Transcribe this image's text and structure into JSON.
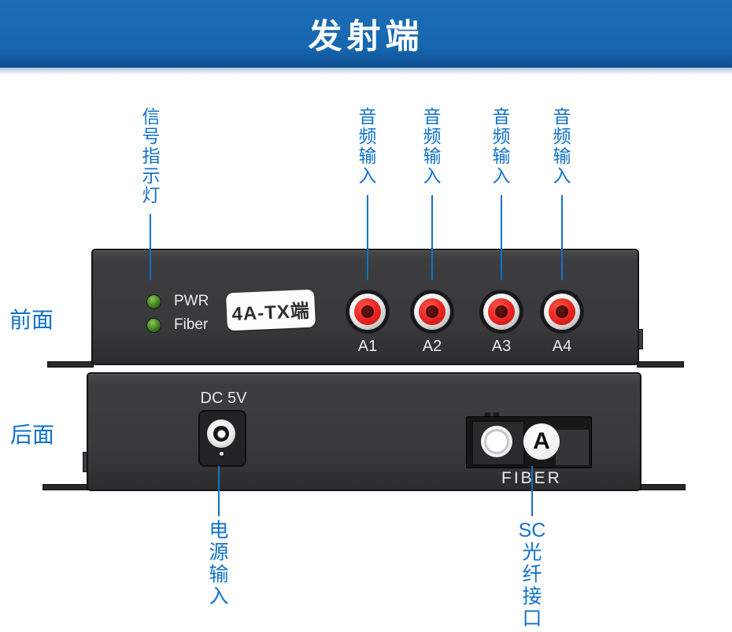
{
  "banner": {
    "title": "发射端"
  },
  "front": {
    "side_label": "前面",
    "led_pwr": "PWR",
    "led_fiber": "Fiber",
    "badge": "4A-TX端",
    "jacks": [
      {
        "label": "A1"
      },
      {
        "label": "A2"
      },
      {
        "label": "A3"
      },
      {
        "label": "A4"
      }
    ]
  },
  "rear": {
    "side_label": "后面",
    "dc_label": "DC 5V",
    "fiber_label": "FIBER",
    "fiber_port_letter": "A"
  },
  "annotations": {
    "signal_led": {
      "text": "信号指示灯",
      "lines": [
        "信",
        "号",
        "指",
        "示",
        "灯"
      ]
    },
    "audio_inputs": [
      {
        "text": "音频输入",
        "lines": [
          "音",
          "频",
          "输",
          "入"
        ]
      },
      {
        "text": "音频输入",
        "lines": [
          "音",
          "频",
          "输",
          "入"
        ]
      },
      {
        "text": "音频输入",
        "lines": [
          "音",
          "频",
          "输",
          "入"
        ]
      },
      {
        "text": "音频输入",
        "lines": [
          "音",
          "频",
          "输",
          "入"
        ]
      }
    ],
    "power_input": {
      "text": "电源输入",
      "lines": [
        "电",
        "源",
        "输",
        "入"
      ]
    },
    "sc_fiber": {
      "text": "SC光纤接口",
      "lines": [
        "SC",
        "光",
        "纤",
        "接",
        "口"
      ]
    }
  },
  "colors": {
    "banner_blue": "#1767b0",
    "label_blue": "#1172c9",
    "panel_dark": "#3a3a3c",
    "jack_red": "#e0231e",
    "led_green": "#4e8a2a"
  }
}
